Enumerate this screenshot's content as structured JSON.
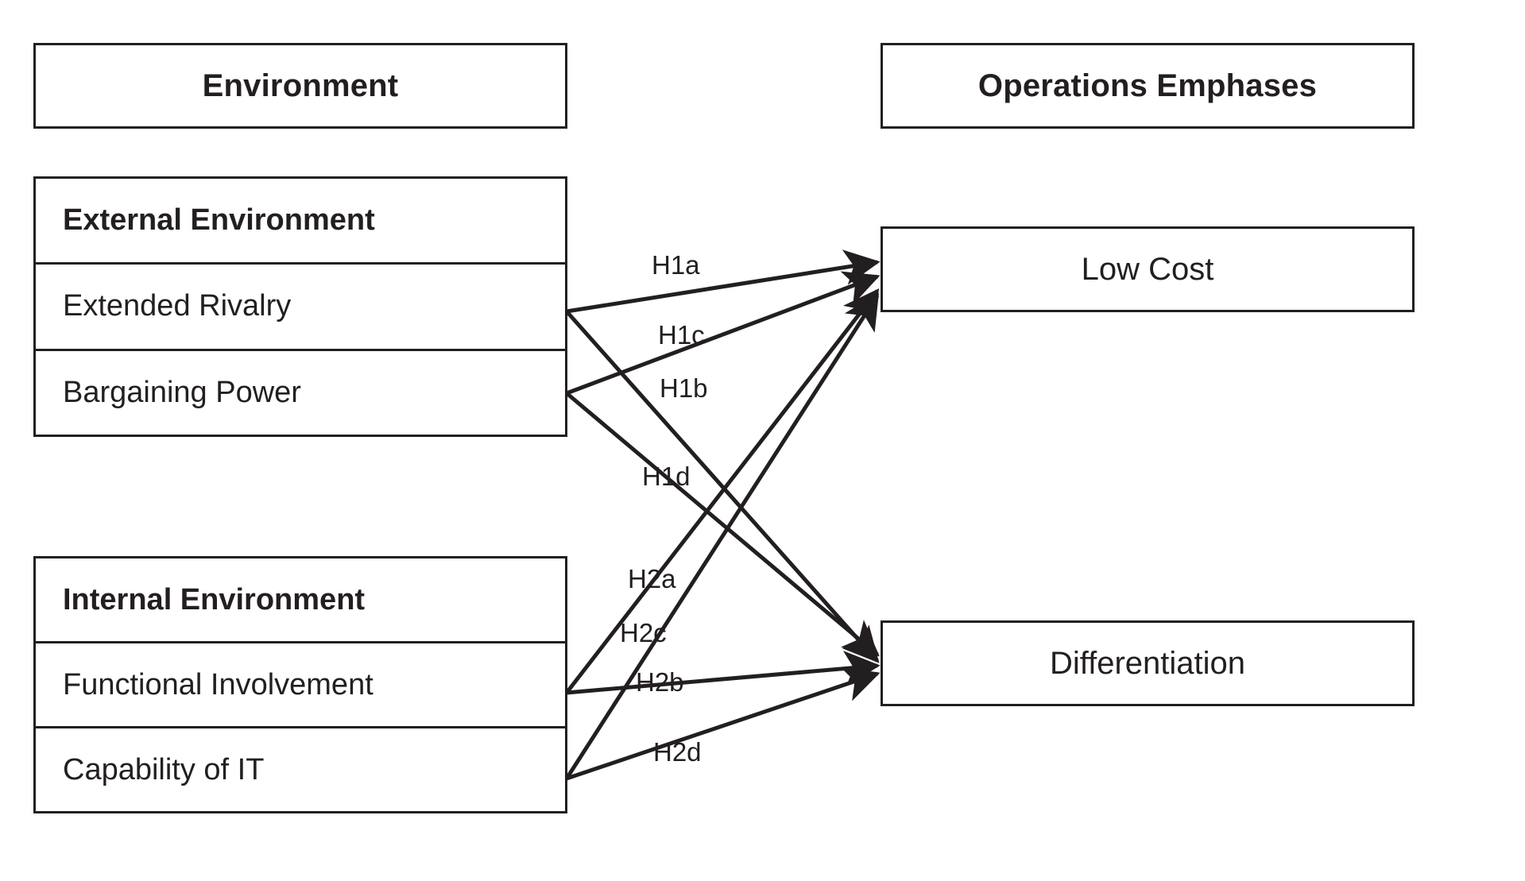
{
  "diagram": {
    "title_left": "Environment",
    "title_right": "Operations Emphases",
    "external": {
      "title": "External Environment",
      "items": [
        "Extended Rivalry",
        "Bargaining Power"
      ]
    },
    "internal": {
      "title": "Internal Environment",
      "items": [
        "Functional Involvement",
        "Capability of IT"
      ]
    },
    "outcomes": {
      "low_cost": "Low Cost",
      "differentiation": "Differentiation"
    },
    "edge_labels": {
      "h1a": "H1a",
      "h1c": "H1c",
      "h1b": "H1b",
      "h1d": "H1d",
      "h2a": "H2a",
      "h2c": "H2c",
      "h2b": "H2b",
      "h2d": "H2d"
    },
    "colors": {
      "stroke": "#231f20",
      "background": "#ffffff",
      "text": "#231f20"
    }
  },
  "chart_data": {
    "type": "diagram",
    "title": "",
    "nodes": [
      {
        "id": "env_header",
        "label": "Environment",
        "group": "header",
        "side": "left"
      },
      {
        "id": "ops_header",
        "label": "Operations Emphases",
        "group": "header",
        "side": "right"
      },
      {
        "id": "ext_env",
        "label": "External Environment",
        "group": "construct",
        "side": "left"
      },
      {
        "id": "extended_rivalry",
        "label": "Extended Rivalry",
        "group": "indicator",
        "parent": "ext_env"
      },
      {
        "id": "bargaining_power",
        "label": "Bargaining Power",
        "group": "indicator",
        "parent": "ext_env"
      },
      {
        "id": "int_env",
        "label": "Internal Environment",
        "group": "construct",
        "side": "left"
      },
      {
        "id": "functional_involvement",
        "label": "Functional Involvement",
        "group": "indicator",
        "parent": "int_env"
      },
      {
        "id": "capability_of_it",
        "label": "Capability of IT",
        "group": "indicator",
        "parent": "int_env"
      },
      {
        "id": "low_cost",
        "label": "Low Cost",
        "group": "outcome",
        "side": "right"
      },
      {
        "id": "differentiation",
        "label": "Differentiation",
        "group": "outcome",
        "side": "right"
      }
    ],
    "edges": [
      {
        "label": "H1a",
        "from": "extended_rivalry",
        "to": "low_cost"
      },
      {
        "label": "H1b",
        "from": "bargaining_power",
        "to": "low_cost"
      },
      {
        "label": "H1c",
        "from": "extended_rivalry",
        "to": "differentiation"
      },
      {
        "label": "H1d",
        "from": "bargaining_power",
        "to": "differentiation"
      },
      {
        "label": "H2a",
        "from": "functional_involvement",
        "to": "low_cost"
      },
      {
        "label": "H2b",
        "from": "capability_of_it",
        "to": "low_cost"
      },
      {
        "label": "H2c",
        "from": "functional_involvement",
        "to": "differentiation"
      },
      {
        "label": "H2d",
        "from": "capability_of_it",
        "to": "differentiation"
      }
    ],
    "legend": [],
    "annotations": []
  }
}
